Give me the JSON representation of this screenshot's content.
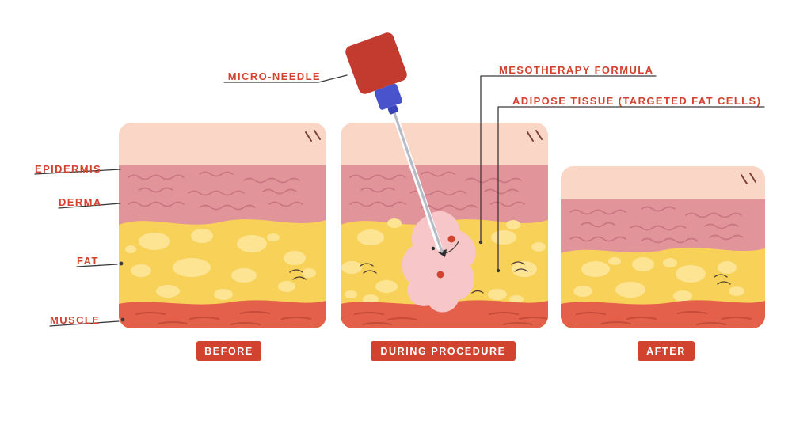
{
  "colors": {
    "accent_red": "#d2432f",
    "epidermis": "#f9d6c5",
    "derma": "#e2949b",
    "fat": "#f8d158",
    "fat_cells": "#fce493",
    "muscle": "#e4604a",
    "needle_cap": "#c33a2f",
    "needle_hub": "#4853cc",
    "injection_site": "#f6c6c8"
  },
  "layer_labels": [
    {
      "label": "EPIDERMIS"
    },
    {
      "label": "DERMA"
    },
    {
      "label": "FAT"
    },
    {
      "label": "MUSCLE"
    }
  ],
  "callouts": {
    "micro_needle": "MICRO-NEEDLE",
    "mesotherapy_formula": "MESOTHERAPY FORMULA",
    "adipose_tissue": "ADIPOSE TISSUE (TARGETED FAT CELLS)"
  },
  "stages": [
    {
      "label": "BEFORE"
    },
    {
      "label": "DURING PROCEDURE"
    },
    {
      "label": "AFTER"
    }
  ]
}
